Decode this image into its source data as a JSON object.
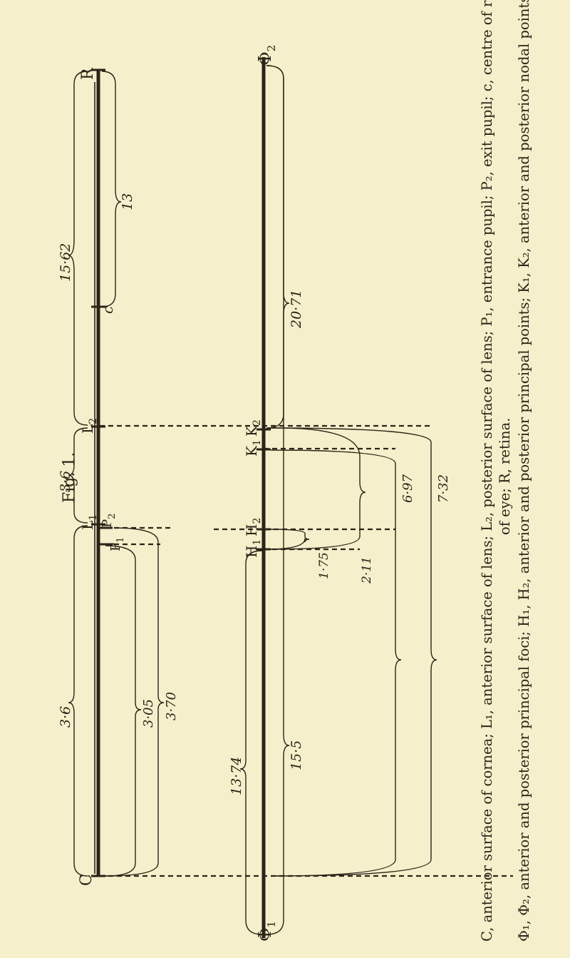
{
  "figure_title": "Fig. 1.",
  "caption": {
    "line1": "C, anterior surface of cornea; L₁, anterior surface of lens; L₂, posterior surface of lens; P₁, entrance pupil; P₂, exit pupil; c, centre of rotation",
    "line2": "of eye; R, retina.",
    "line3": "Φ₁, Φ₂, anterior and posterior principal foci; H₁, H₂, anterior and posterior principal points; K₁, K₂, anterior and posterior nodal points."
  },
  "points": {
    "C": "C",
    "L1": "L",
    "L1_sub": "1",
    "L2": "L",
    "L2_sub": "2",
    "P1": "P",
    "P1_sub": "1",
    "P2": "P",
    "P2_sub": "2",
    "c": "c",
    "R": "R",
    "H1": "H",
    "H1_sub": "1",
    "H2": "H",
    "H2_sub": "2",
    "K1": "K",
    "K1_sub": "1",
    "K2": "K",
    "K2_sub": "2",
    "phi1": "Φ",
    "phi1_sub": "1",
    "phi2": "Φ",
    "phi2_sub": "2"
  },
  "distances": {
    "C_L1": "3·6",
    "L1_L2": "3·6",
    "L2_R": "15·62",
    "C_P1": "3·05",
    "C_P2": "3·70",
    "R_c": "13",
    "phi1_H1": "13·74",
    "H1_phi2": "15·5",
    "H1_H2": "1·75",
    "H1_K2": "2·11",
    "C_K1": "6·97",
    "C_K2": "7·32",
    "K2_phi2": "20·71"
  }
}
